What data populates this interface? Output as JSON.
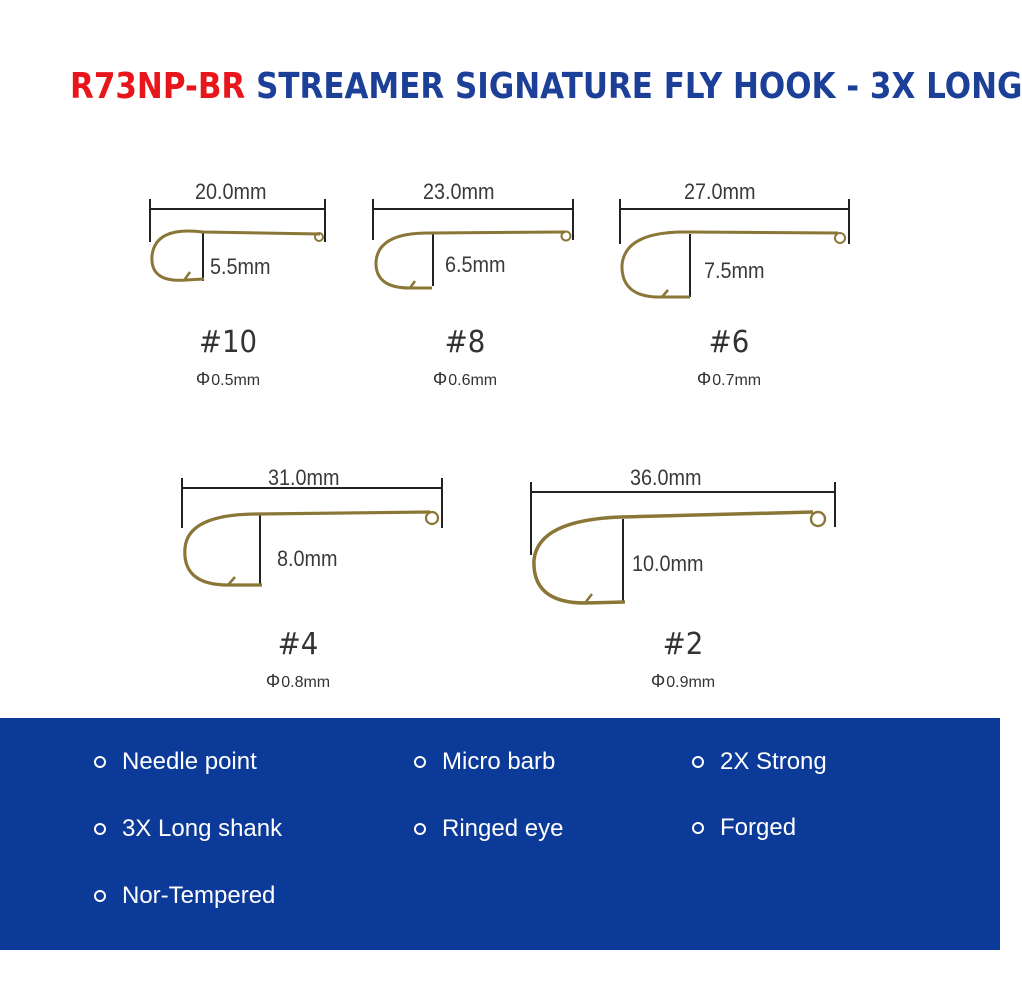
{
  "title": {
    "code": "R73NP-BR",
    "rest": "STREAMER SIGNATURE FLY HOOK - 3X LONG"
  },
  "hooks": [
    {
      "size": "#10",
      "length": "20.0mm",
      "gap": "5.5mm",
      "diameter": "0.5mm"
    },
    {
      "size": "#8",
      "length": "23.0mm",
      "gap": "6.5mm",
      "diameter": "0.6mm"
    },
    {
      "size": "#6",
      "length": "27.0mm",
      "gap": "7.5mm",
      "diameter": "0.7mm"
    },
    {
      "size": "#4",
      "length": "31.0mm",
      "gap": "8.0mm",
      "diameter": "0.8mm"
    },
    {
      "size": "#2",
      "length": "36.0mm",
      "gap": "10.0mm",
      "diameter": "0.9mm"
    }
  ],
  "diameter_symbol": "Φ",
  "features": [
    "Needle point",
    "Micro barb",
    "2X Strong",
    "3X Long shank",
    "Ringed eye",
    "Forged",
    "Nor-Tempered"
  ],
  "colors": {
    "title_code": "#e8161b",
    "title_text": "#1c3f97",
    "band": "#0c3a98",
    "hook_wire": "#8a7636"
  }
}
